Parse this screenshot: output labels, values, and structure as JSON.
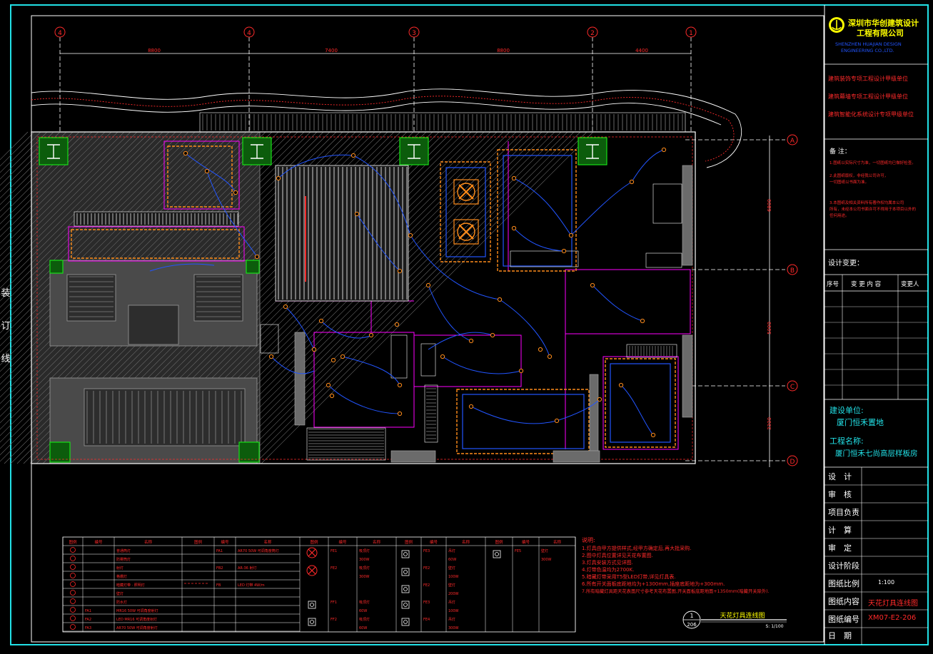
{
  "binding_labels": [
    "装",
    "订",
    "线"
  ],
  "title_block": {
    "company_cn": "深圳市华创建筑设计",
    "company_cn2": "工程有限公司",
    "company_en": "SHENZHEN HUAJIAN DESIGN",
    "company_en2": "ENGINEERING CO.,LTD.",
    "review_lines": [
      "建筑装饰专项工程设计甲级单位",
      "建筑幕墙专项工程设计甲级单位",
      "建筑智能化系统设计专项甲级单位"
    ],
    "notes_title": "备 注：",
    "notes": [
      "1.图纸以实际尺寸为准，一切图纸均已做好检查。",
      "2.此图纸版权，非经我公司许可，",
      "  一切图纸以书面为准。",
      "3.本图纸及相关资料所有著作权均属本公司",
      "  所有，未经本公司书面许可不得用于本项目以外的",
      "  任何用途。"
    ],
    "change_title": "设计变更：",
    "change_headers": [
      "序号",
      "变 更 内 容",
      "变更人"
    ],
    "client_label": "建设单位:",
    "client_value": "厦门恒禾置地",
    "project_label": "工程名称:",
    "project_value": "厦门恒禾七尚高层样板房",
    "sign_rows": [
      "设　计",
      "审　核",
      "项目负责",
      "计　算",
      "审　定",
      "设计阶段"
    ],
    "scale_label": "图纸比例",
    "scale_value": "1:100",
    "content_label": "图纸内容",
    "content_value": "天花灯具连线图",
    "number_label": "图纸编号",
    "number_value": "XM07-E2-206",
    "date_label": "日　期"
  },
  "grid": {
    "column_bubbles": [
      "4",
      "4",
      "3",
      "2",
      "1"
    ],
    "column_dims": [
      "8800",
      "7400",
      "8800",
      "4400"
    ],
    "row_bubbles": [
      "A",
      "B",
      "C",
      "D"
    ],
    "row_dims": [
      "6800",
      "5000",
      "3300"
    ]
  },
  "legend": {
    "headers": [
      "图例",
      "编号",
      "名称",
      "图例",
      "编号",
      "名称",
      "图例",
      "编号",
      "名称",
      "图例",
      "编号",
      "名称",
      "图例",
      "编号",
      "名称"
    ],
    "rows": [
      [
        "",
        "",
        "普通筒灯",
        "",
        "FA1",
        "AR70 50W 可调角度筒灯",
        "",
        "FE1",
        "吸顶灯",
        "",
        "FE3",
        "吊灯",
        "",
        "FE5",
        "壁灯"
      ],
      [
        "",
        "",
        "防雾筒灯",
        "",
        "",
        "",
        "",
        "",
        "300W",
        "",
        "",
        "60W",
        "",
        "",
        "300W"
      ],
      [
        "",
        "",
        "射灯",
        "",
        "FB2",
        "AR-36 射灯",
        "",
        "FE2",
        "吸顶灯",
        "",
        "FE2",
        "壁灯",
        "",
        "",
        ""
      ],
      [
        "",
        "",
        "格栅灯",
        "",
        "",
        "",
        "",
        "",
        "300W",
        "",
        "",
        "100W",
        "",
        "",
        ""
      ],
      [
        "",
        "",
        "暗藏灯带 · 照明灯",
        "",
        "FB",
        "LED 灯带 4W/m",
        "",
        "",
        "",
        "",
        "FE2",
        "壁灯",
        "",
        "",
        ""
      ],
      [
        "",
        "",
        "壁灯",
        "",
        "",
        "",
        "",
        "",
        "",
        "",
        "",
        "200W",
        "",
        "",
        ""
      ],
      [
        "",
        "",
        "防水灯",
        "",
        "",
        "",
        "",
        "FF1",
        "吸顶灯",
        "",
        "FE3",
        "吊灯",
        "",
        "",
        ""
      ],
      [
        "",
        "FA1",
        "MR16 50W 可调角度射灯",
        "",
        "",
        "",
        "",
        "",
        "60W",
        "",
        "",
        "100W",
        "",
        "",
        ""
      ],
      [
        "",
        "FA2",
        "LED MR16 可调角度射灯",
        "",
        "",
        "",
        "",
        "FF2",
        "吸顶灯",
        "",
        "FE4",
        "吊灯",
        "",
        "",
        ""
      ],
      [
        "",
        "FA3",
        "AR70 50W 可调角度射灯",
        "",
        "",
        "",
        "",
        "",
        "60W",
        "",
        "",
        "300W",
        "",
        "",
        ""
      ]
    ]
  },
  "notes_red": {
    "title": "说明:",
    "items": [
      "1.灯具由甲方提供样式,经甲方确定后,再大批采购.",
      "2.图中灯具位置详见天花布置图.",
      "3.灯具安装方式见详图.",
      "4.灯带色温均为2700K.",
      "5.暗藏灯带采用T5型LED灯带,详见灯具表.",
      "6.所有开关面板底距地均为+1300mm,插座底距地为+300mm.",
      "7.所有暗藏灯具距天花表面尺寸参考天花布置图,开关面板底距地面+1350mm(暗藏开关除外)."
    ]
  },
  "drawing_title": {
    "circle_top": "1",
    "circle_bottom": "206",
    "name": "天花灯具连线图",
    "scale": "S: 1/100"
  },
  "colors": {
    "cyan": "#22e0e6",
    "white": "#ffffff",
    "red": "#ff2a2a",
    "yellow": "#ffff00",
    "magenta": "#ff00ff",
    "blue": "#2255ff",
    "green": "#18e018",
    "orange": "#ff8c1a",
    "gray": "#8f8f8f"
  }
}
